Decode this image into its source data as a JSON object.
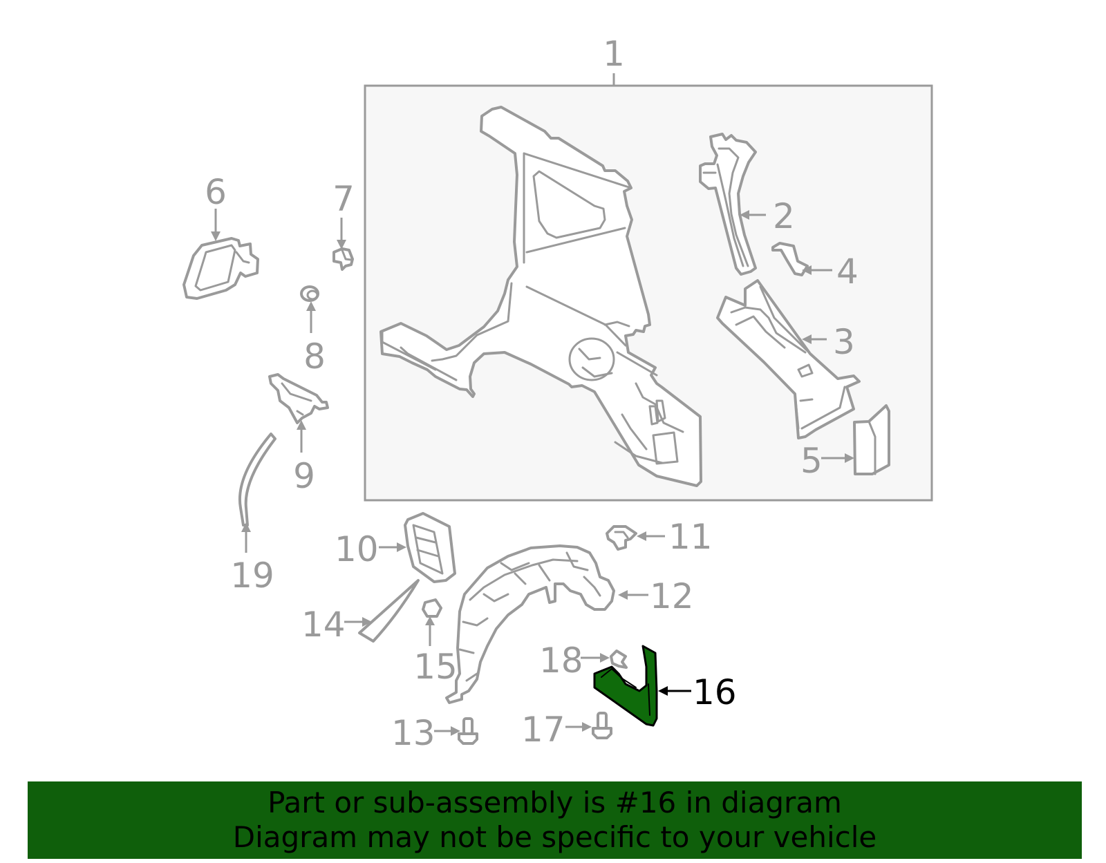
{
  "diagram": {
    "labels": {
      "l1": "1",
      "l2": "2",
      "l3": "3",
      "l4": "4",
      "l5": "5",
      "l6": "6",
      "l7": "7",
      "l8": "8",
      "l9": "9",
      "l10": "10",
      "l11": "11",
      "l12": "12",
      "l13": "13",
      "l14": "14",
      "l15": "15",
      "l16": "16",
      "l17": "17",
      "l18": "18",
      "l19": "19"
    },
    "highlighted_part": "16",
    "colors": {
      "line_gray": "#9a9a9a",
      "highlight_green": "#0f6b0b",
      "banner_green": "#0f5f0b",
      "box_fill": "#f7f7f7"
    }
  },
  "banner": {
    "line1": "Part or sub-assembly is #16 in diagram",
    "line2": "Diagram may not be specific to your vehicle"
  }
}
